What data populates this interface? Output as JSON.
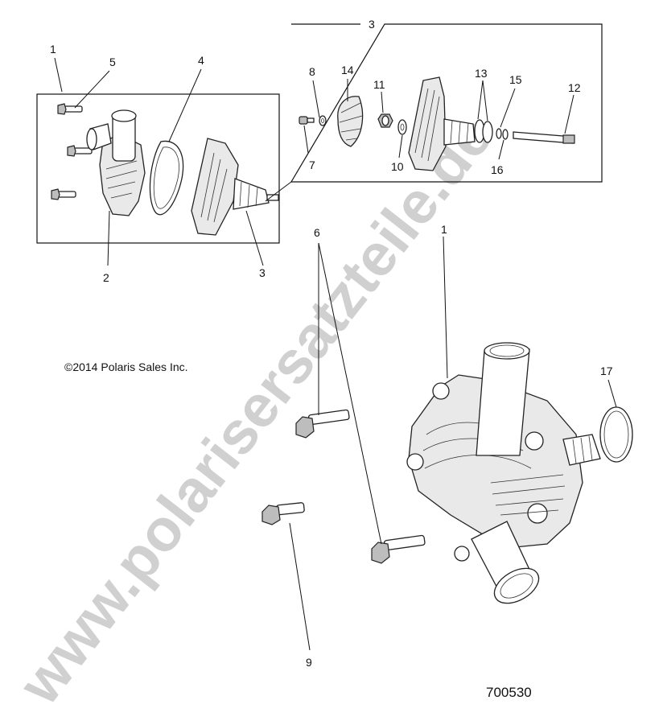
{
  "watermark": {
    "text": "www.polarisersatzteile.de"
  },
  "copyright": "©2014 Polaris Sales Inc.",
  "figure_number": "700530",
  "callouts": {
    "c1a": "1",
    "c5": "5",
    "c4": "4",
    "c2": "2",
    "c3a": "3",
    "c3b": "3",
    "c8": "8",
    "c14": "14",
    "c11": "11",
    "c13": "13",
    "c15": "15",
    "c12": "12",
    "c7": "7",
    "c10": "10",
    "c16": "16",
    "c6": "6",
    "c1b": "1",
    "c17": "17",
    "c9": "9"
  }
}
